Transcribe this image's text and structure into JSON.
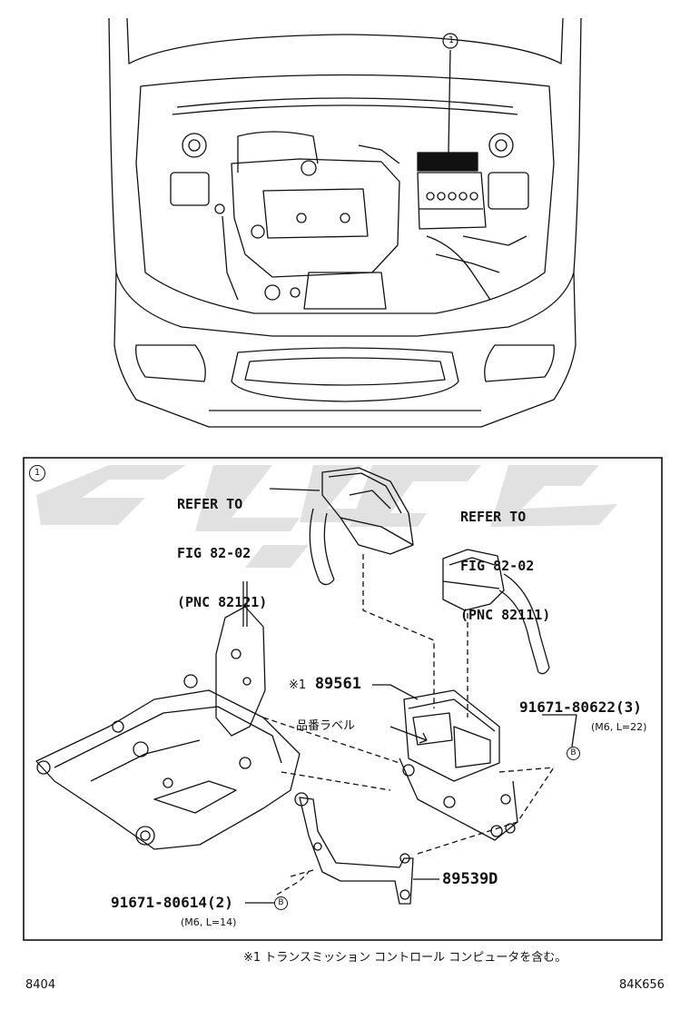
{
  "overview": {
    "callout": "1"
  },
  "detail": {
    "callout": "1",
    "refer_left": [
      "REFER TO",
      "FIG 82-02",
      "(PNC 82121)"
    ],
    "refer_right": [
      "REFER TO",
      "FIG 82-02",
      "(PNC 82111)"
    ],
    "part_ecu_prefix": "※1",
    "part_ecu": "89561",
    "label_note": "品番ラベル",
    "bolt_right": "91671-80622(3)",
    "bolt_right_spec": "(M6, L=22)",
    "bolt_right_callout": "B",
    "bracket": "89539D",
    "bolt_left": "91671-80614(2)",
    "bolt_left_spec": "(M6, L=14)",
    "bolt_left_callout": "B",
    "footnote": "※1 トランスミッション コントロール コンピュータを含む。"
  },
  "footer": {
    "left_code": "8404",
    "right_code": "84K656"
  }
}
